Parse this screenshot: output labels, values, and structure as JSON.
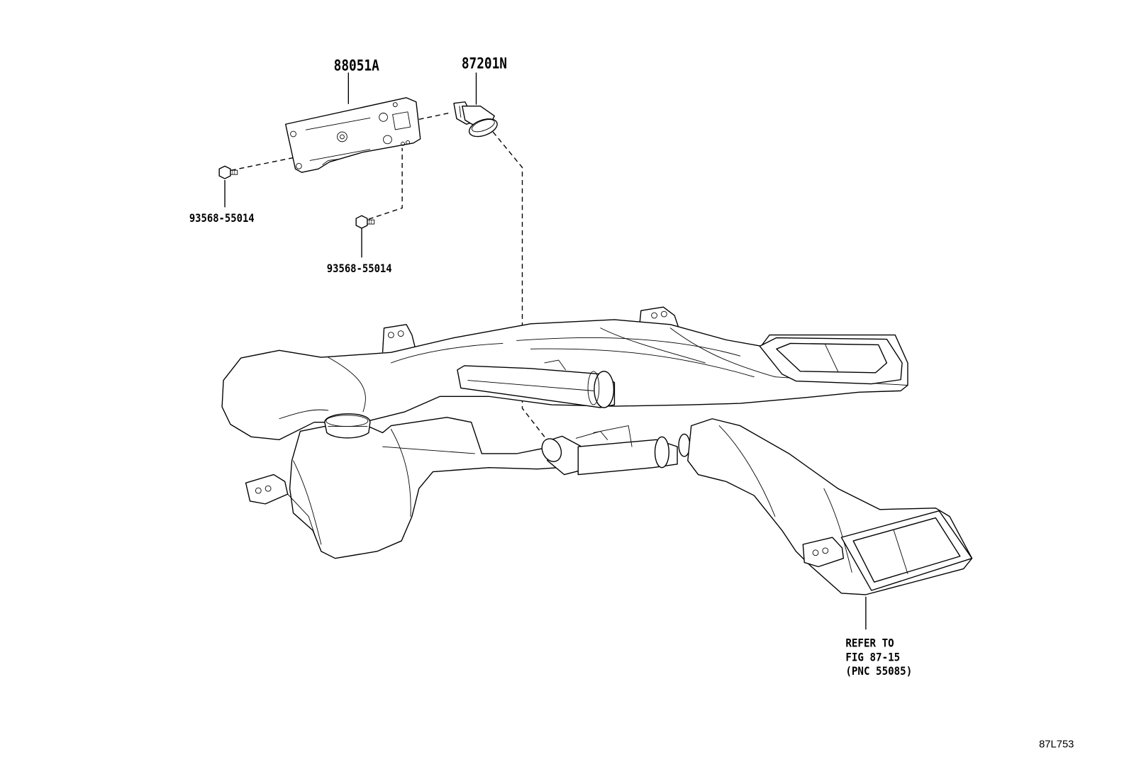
{
  "labels": {
    "part_88051a": "88051A",
    "part_87201n": "87201N",
    "bolt_a": "93568-55014",
    "bolt_b": "93568-55014",
    "refer_line1": "REFER TO",
    "refer_line2": "FIG 87-15",
    "refer_line3": "(PNC 55085)",
    "figure_id": "87L753"
  }
}
